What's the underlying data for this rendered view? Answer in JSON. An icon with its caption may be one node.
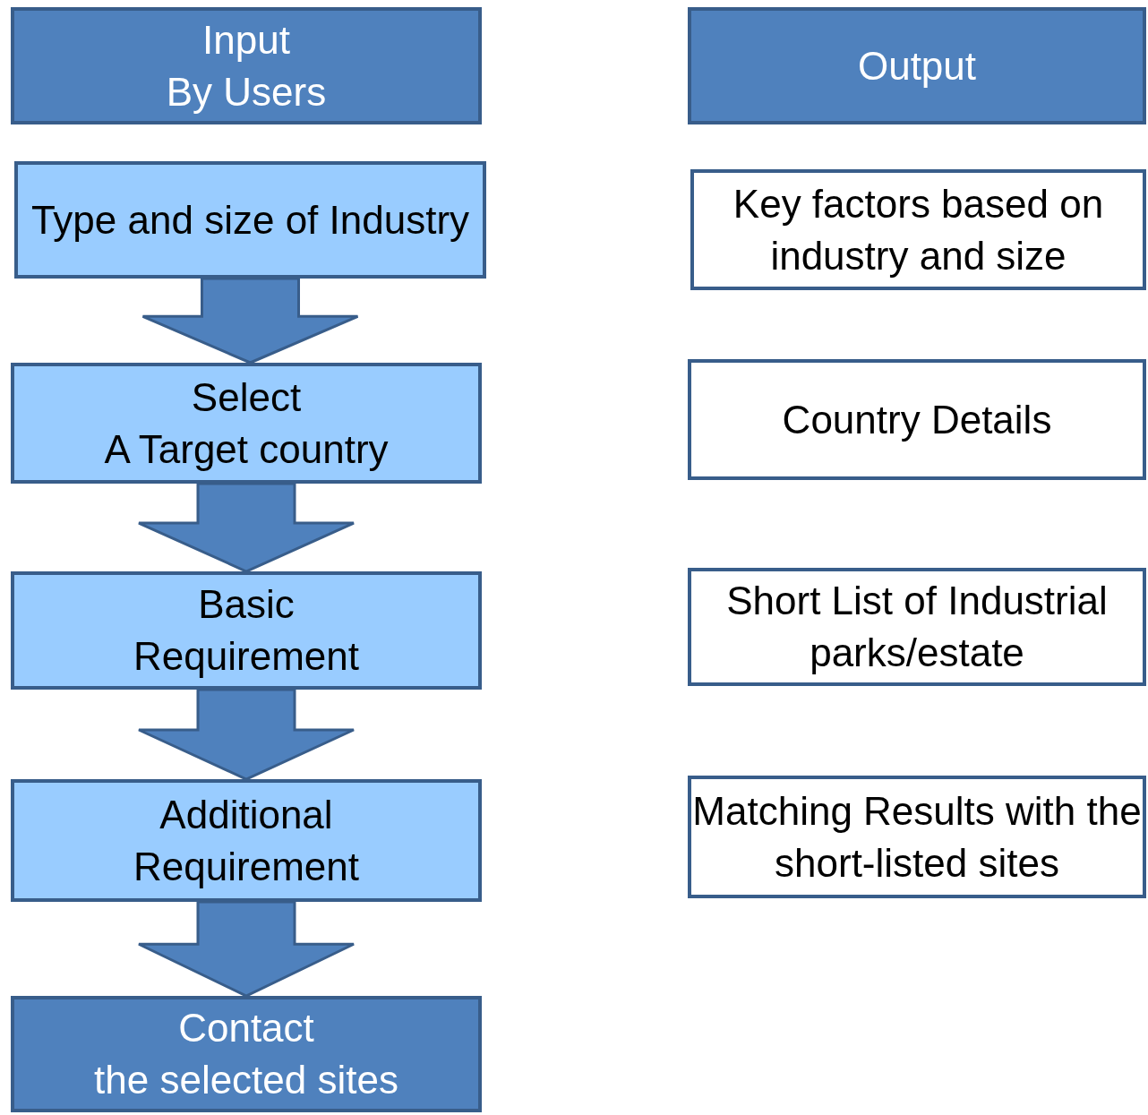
{
  "diagram": {
    "nodes": [
      {
        "text": [
          "Input",
          "By Users"
        ]
      },
      {
        "text": [
          "Output"
        ]
      },
      {
        "text": [
          "Type and size of Industry"
        ]
      },
      {
        "text": [
          "Key factors based on industry and size"
        ]
      },
      {
        "text": [
          "Select",
          "A Target country"
        ]
      },
      {
        "text": [
          "Country Details"
        ]
      },
      {
        "text": [
          "Basic",
          "Requirement"
        ]
      },
      {
        "text": [
          "Short List of Industrial parks/estate"
        ]
      },
      {
        "text": [
          "Additional",
          "Requirement"
        ]
      },
      {
        "text": [
          "Matching Results with the short-listed sites"
        ]
      },
      {
        "text": [
          "Contact",
          "the selected sites"
        ]
      }
    ],
    "edges": [
      {
        "from": 2,
        "to": 4,
        "arrow": "to"
      },
      {
        "from": 4,
        "to": 6,
        "arrow": "to"
      },
      {
        "from": 6,
        "to": 8,
        "arrow": "to"
      },
      {
        "from": 8,
        "to": 10,
        "arrow": "to"
      }
    ]
  }
}
